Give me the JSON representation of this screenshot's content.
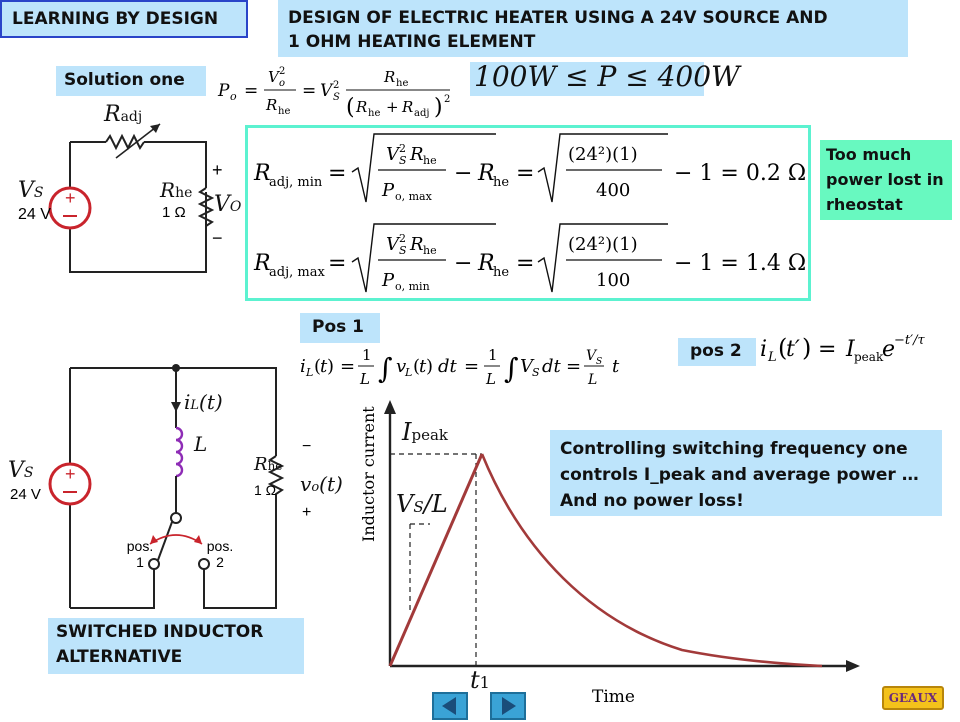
{
  "header": {
    "badge": "LEARNING BY DESIGN",
    "title_line1": "DESIGN OF ELECTRIC HEATER USING A 24V SOURCE AND",
    "title_line2": "1 OHM HEATING ELEMENT"
  },
  "labels": {
    "solution_one": "Solution one",
    "too_much": "Too much power lost in rheostat",
    "pos1": "Pos 1",
    "pos2": "pos 2",
    "controlling": "Controlling switching frequency one controls I_peak and average power … And no power loss!",
    "switched": "SWITCHED INDUCTOR ALTERNATIVE"
  },
  "equations": {
    "power_range": "100W ≤ P ≤ 400W",
    "radj_min_numeric": "(24²)(1)",
    "radj_min_den": "400",
    "radj_min_result": "− 1 = 0.2 Ω",
    "radj_max_numeric": "(24²)(1)",
    "radj_max_den": "100",
    "radj_max_result": "− 1 = 1.4 Ω"
  },
  "circuit1": {
    "source_name": "V",
    "source_sub": "S",
    "source_value": "24 V",
    "radj_label": "R",
    "radj_sub": "adj",
    "rhe_label": "R",
    "rhe_sub": "he",
    "rhe_value": "1 Ω",
    "vo_label": "V",
    "vo_sub": "O",
    "plus": "+",
    "minus": "−"
  },
  "circuit2": {
    "source_name": "V",
    "source_sub": "S",
    "source_value": "24 V",
    "il_label": "i",
    "il_sub": "L",
    "il_arg": "(t)",
    "inductor": "L",
    "rhe_label": "R",
    "rhe_sub": "he",
    "rhe_value": "1 Ω",
    "vo_label": "v",
    "vo_sub": "o",
    "vo_arg": "(t)",
    "pos1_a": "pos.",
    "pos1_b": "1",
    "pos2_a": "pos.",
    "pos2_b": "2",
    "minus": "−",
    "plus": "+"
  },
  "graph": {
    "ylabel": "Inductor current",
    "xlabel": "Time",
    "ipeak": "I",
    "ipeak_sub": "peak",
    "slope": "V",
    "slope_sub": "S",
    "slope_den": "/L",
    "t1": "t",
    "t1_sub": "1"
  },
  "nav": {
    "geaux": "GEAUX"
  },
  "colors": {
    "blue_box": "#bde4fb",
    "green_box": "#68f9c0",
    "frame": "#5cf2d0",
    "curve": "#a23a3a",
    "source": "#c9242c",
    "nav_button": "#3aa3d6",
    "geaux_bg": "#f4c21b"
  }
}
